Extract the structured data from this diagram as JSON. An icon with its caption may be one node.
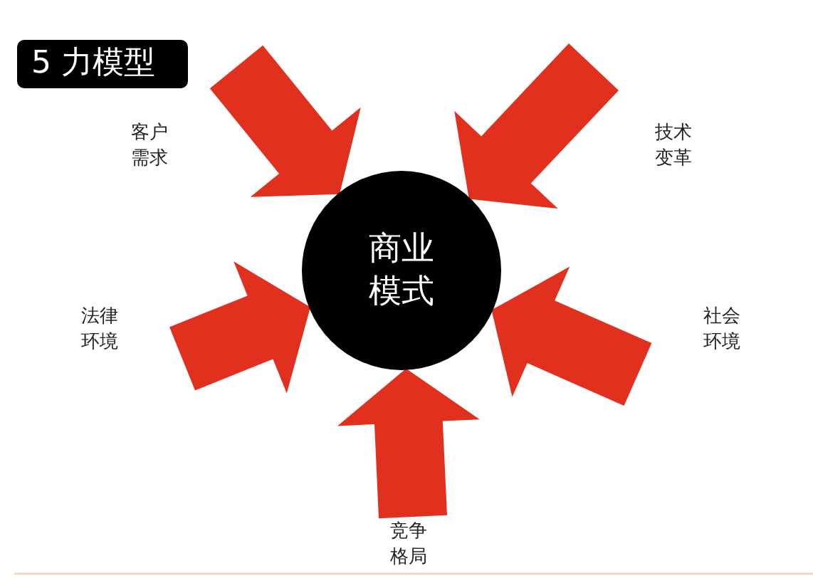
{
  "diagram": {
    "title": "5 力模型",
    "nodes": [
      {
        "text": [
          "商业模式"
        ]
      },
      {
        "text": [
          "客户需求"
        ]
      },
      {
        "text": [
          "技术变革"
        ]
      },
      {
        "text": [
          "法律环境"
        ]
      },
      {
        "text": [
          "社会环境"
        ]
      },
      {
        "text": [
          "竞争格局"
        ]
      }
    ],
    "edges": [
      {
        "from": 1,
        "to": 0,
        "arrow": "to",
        "style": "thick",
        "color": "#e2301f"
      },
      {
        "from": 2,
        "to": 0,
        "arrow": "to",
        "style": "thick",
        "color": "#e2301f"
      },
      {
        "from": 3,
        "to": 0,
        "arrow": "to",
        "style": "thick",
        "color": "#e2301f"
      },
      {
        "from": 4,
        "to": 0,
        "arrow": "to",
        "style": "thick",
        "color": "#e2301f"
      },
      {
        "from": 5,
        "to": 0,
        "arrow": "to",
        "style": "thick",
        "color": "#e2301f"
      }
    ]
  }
}
